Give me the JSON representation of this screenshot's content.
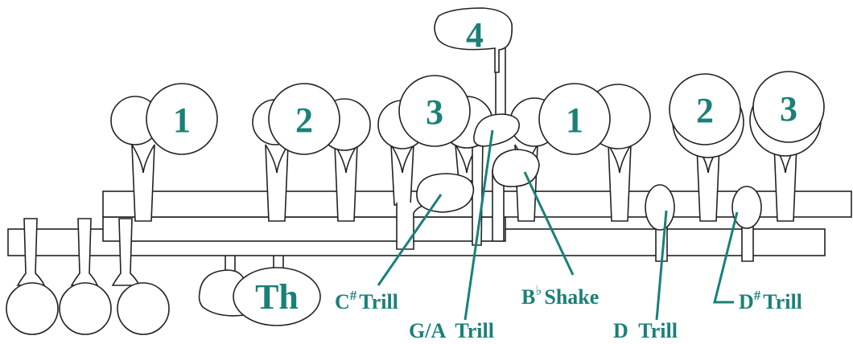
{
  "colors": {
    "accent": "#1a8078",
    "line": "#222222",
    "fill": "#ffffff"
  },
  "finger_numbers": {
    "left_1": "1",
    "left_2": "2",
    "left_3": "3",
    "pinky_4": "4",
    "right_1": "1",
    "right_2": "2",
    "right_3": "3",
    "thumb": "Th"
  },
  "labels": {
    "c_sharp_trill": {
      "note": "C",
      "accidental": "#",
      "text": "Trill"
    },
    "ga_trill": "G/A  Trill",
    "b_flat_shake": {
      "note": "B",
      "accidental": "♭",
      "text": "Shake"
    },
    "d_trill": "D  Trill",
    "d_sharp_trill": {
      "note": "D",
      "accidental": "#",
      "text": "Trill"
    }
  }
}
